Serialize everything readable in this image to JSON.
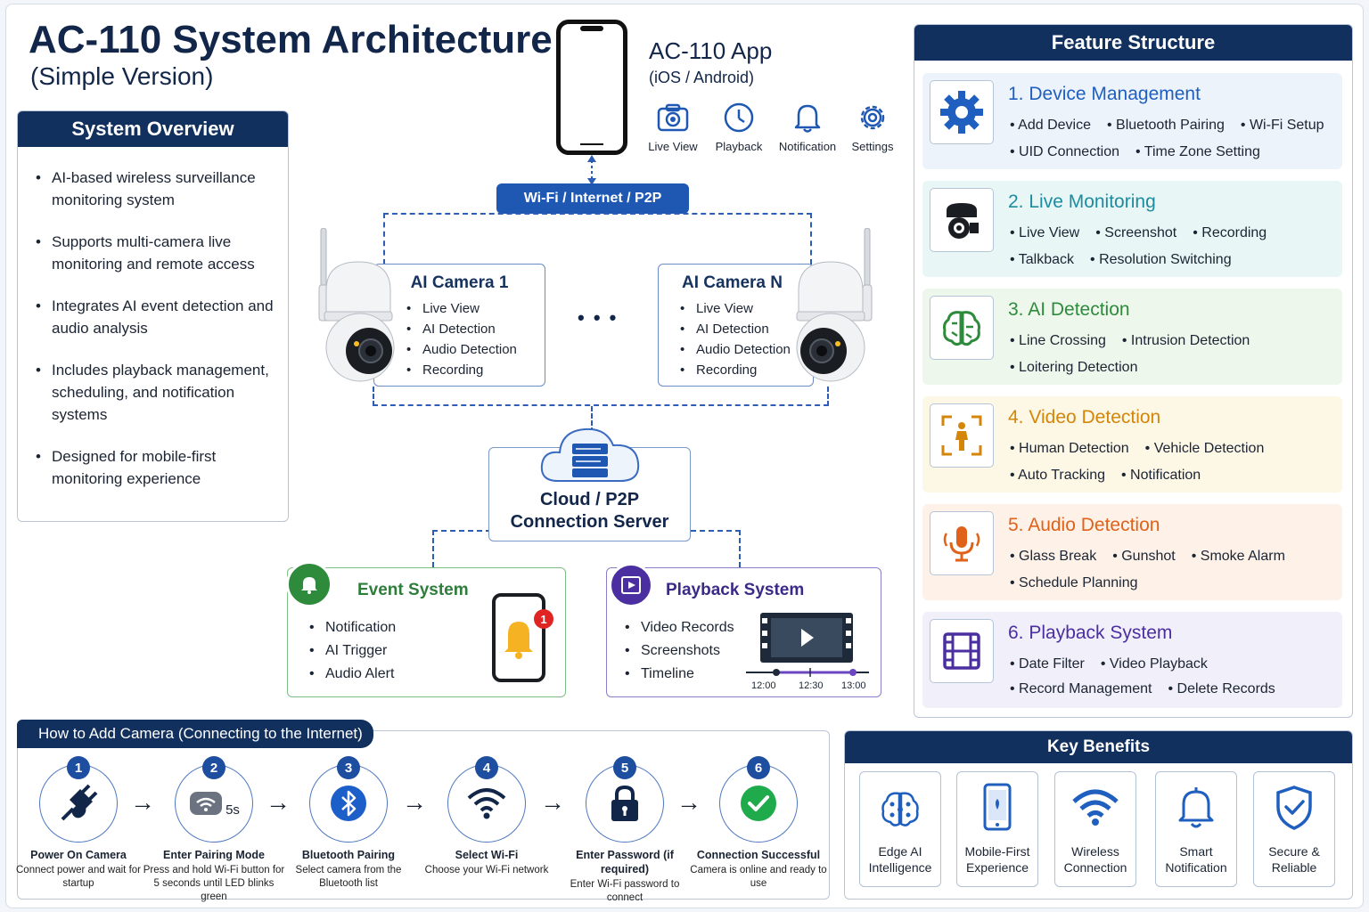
{
  "title": "AC-110 System Architecture",
  "subtitle": "(Simple Version)",
  "overview": {
    "heading": "System Overview",
    "items": [
      "AI-based wireless surveillance monitoring system",
      "Supports multi-camera live monitoring and remote access",
      "Integrates AI event detection and audio analysis",
      "Includes playback management, scheduling, and notification systems",
      "Designed for mobile-first monitoring experience"
    ]
  },
  "app": {
    "title": "AC-110 App",
    "platforms": "(iOS / Android)",
    "icons": [
      {
        "label": "Live View",
        "icon": "camera-icon"
      },
      {
        "label": "Playback",
        "icon": "clock-icon"
      },
      {
        "label": "Notification",
        "icon": "bell-icon"
      },
      {
        "label": "Settings",
        "icon": "gear-icon"
      }
    ]
  },
  "network_label": "Wi-Fi / Internet / P2P",
  "cameras": [
    {
      "name": "AI Camera 1",
      "features": [
        "Live View",
        "AI Detection",
        "Audio Detection",
        "Recording"
      ]
    },
    {
      "name": "AI Camera N",
      "features": [
        "Live View",
        "AI Detection",
        "Audio Detection",
        "Recording"
      ]
    }
  ],
  "ellipsis": "• • •",
  "server": {
    "line1": "Cloud / P2P",
    "line2": "Connection Server"
  },
  "event_system": {
    "title": "Event System",
    "items": [
      "Notification",
      "AI Trigger",
      "Audio Alert"
    ],
    "badge": "1"
  },
  "playback_system": {
    "title": "Playback System",
    "items": [
      "Video Records",
      "Screenshots",
      "Timeline"
    ],
    "times": [
      "12:00",
      "12:30",
      "13:00"
    ]
  },
  "features": {
    "heading": "Feature Structure",
    "sections": [
      {
        "title": "1. Device Management",
        "color": "#1f5fbf",
        "bg": "#edf3fb",
        "icon": "gear-icon",
        "rows": [
          [
            "Add Device",
            "Bluetooth Pairing",
            "Wi-Fi Setup"
          ],
          [
            "UID Connection",
            "Time Zone Setting"
          ]
        ]
      },
      {
        "title": "2. Live Monitoring",
        "color": "#1c8ca0",
        "bg": "#e9f6f6",
        "icon": "dome-camera-icon",
        "rows": [
          [
            "Live View",
            "Screenshot",
            "Recording"
          ],
          [
            "Talkback",
            "Resolution Switching"
          ]
        ]
      },
      {
        "title": "3. AI Detection",
        "color": "#2e8b3c",
        "bg": "#eef7ec",
        "icon": "brain-icon",
        "rows": [
          [
            "Line Crossing",
            "Intrusion Detection"
          ],
          [
            "Loitering Detection"
          ]
        ]
      },
      {
        "title": "4. Video Detection",
        "color": "#d4860a",
        "bg": "#fdf7e6",
        "icon": "person-frame-icon",
        "rows": [
          [
            "Human Detection",
            "Vehicle Detection"
          ],
          [
            "Auto Tracking",
            "Notification"
          ]
        ]
      },
      {
        "title": "5. Audio Detection",
        "color": "#e0621a",
        "bg": "#fdf1e8",
        "icon": "microphone-icon",
        "rows": [
          [
            "Glass Break",
            "Gunshot",
            "Smoke Alarm"
          ],
          [
            "Schedule Planning"
          ]
        ]
      },
      {
        "title": "6.  Playback System",
        "color": "#4b2fa0",
        "bg": "#f1eff9",
        "icon": "film-icon",
        "rows": [
          [
            "Date Filter",
            "Video Playback"
          ],
          [
            "Record Management",
            "Delete Records"
          ]
        ]
      }
    ]
  },
  "add_camera": {
    "heading": "How to Add Camera (Connecting to the Internet)",
    "steps": [
      {
        "num": "1",
        "title": "Power On Camera",
        "desc": "Connect power and wait for startup",
        "icon": "plug-icon"
      },
      {
        "num": "2",
        "title": "Enter Pairing Mode",
        "desc": "Press and hold Wi-Fi button for 5 seconds until LED blinks green",
        "icon": "wifi-button-icon",
        "extra": "5s"
      },
      {
        "num": "3",
        "title": "Bluetooth Pairing",
        "desc": "Select camera from the Bluetooth list",
        "icon": "bluetooth-icon"
      },
      {
        "num": "4",
        "title": "Select Wi-Fi",
        "desc": "Choose your Wi-Fi network",
        "icon": "wifi-icon"
      },
      {
        "num": "5",
        "title": "Enter Password (if required)",
        "desc": "Enter Wi-Fi password to connect",
        "icon": "lock-icon"
      },
      {
        "num": "6",
        "title": "Connection Successful",
        "desc": "Camera is online and ready to use",
        "icon": "check-icon"
      }
    ]
  },
  "benefits": {
    "heading": "Key Benefits",
    "items": [
      {
        "label": "Edge AI Intelligence",
        "icon": "chip-brain-icon"
      },
      {
        "label": "Mobile-First Experience",
        "icon": "phone-icon"
      },
      {
        "label": "Wireless Connection",
        "icon": "wifi-icon"
      },
      {
        "label": "Smart Notification",
        "icon": "bell-icon"
      },
      {
        "label": "Secure & Reliable",
        "icon": "shield-check-icon"
      }
    ]
  }
}
